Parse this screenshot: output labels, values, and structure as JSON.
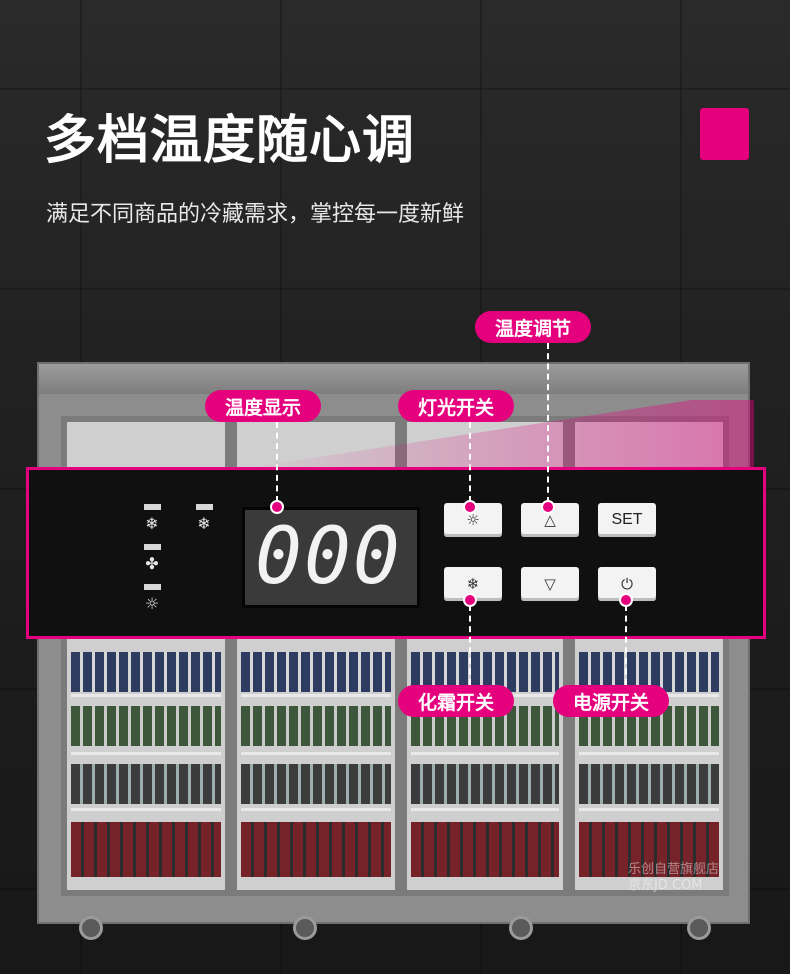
{
  "headline": "多档温度随心调",
  "subline": "满足不同商品的冷藏需求，掌控每一度新鲜",
  "colors": {
    "accent": "#e5007e",
    "panel": "#101010",
    "text": "#ffffff"
  },
  "panel": {
    "display_value": "000",
    "keys": {
      "set_label": "SET"
    },
    "icons": [
      "snowflake-icon",
      "fan-icon",
      "light-icon",
      "defrost-icon",
      "up-triangle-icon",
      "down-triangle-icon",
      "power-icon"
    ]
  },
  "callouts": {
    "temp_adjust": "温度调节",
    "temp_display": "温度显示",
    "light_switch": "灯光开关",
    "defrost_switch": "化霜开关",
    "power_switch": "电源开关"
  },
  "watermark": {
    "line1": "乐创自营旗舰店",
    "line2": "京东JD.COM"
  }
}
